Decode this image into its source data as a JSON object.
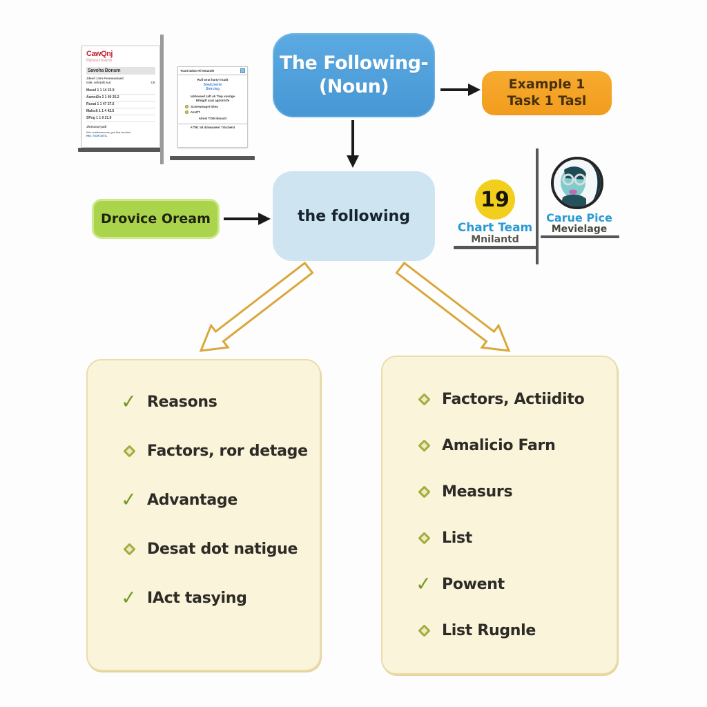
{
  "palette": {
    "blue": "#4e9fda",
    "light_blue": "#cfe4f1",
    "orange": "#f5a426",
    "green": "#a9d44b",
    "cream_panel": "#faf4da",
    "yellow_badge": "#f2cf1d",
    "link_blue": "#2a9ad2",
    "check_green": "#76982a",
    "diamond_olive": "#a3ab3d",
    "arrow_gold": "#d9a73a"
  },
  "cards": {
    "left": {
      "logo": "CawQnj",
      "subtitle": "Mytascmsenb",
      "header": "Savoha Bonum",
      "note1": "Jilenrl Lten Fevmeastaed",
      "note2": "Gile. Arlstuft Aut",
      "note_right": "Ctr",
      "rows": [
        "Masul   1  1  14  22.9",
        "Aamst2n  2  1  40  25.2",
        "Ruoat   1  1  47  27.6",
        "Malezlt  1  1  4   42.5",
        "SPog    1  1  9   21.9"
      ],
      "footer1": "Jhtmzouryadl",
      "footer2": "Win mutfewamrcen gca hka tecchhd",
      "footer3": "Rfd. TICIN DITA."
    },
    "right": {
      "title": "Trant lados Hi lemande",
      "line1": "Rull wrat harty lrsadt",
      "link1": "Soaicowrte",
      "link2": "Sinrcteg",
      "para1": "Ialrtevaed zaft ah Tlep vumtge",
      "para2": "Rthigdf cnat agrlctrirfe",
      "bullet1": "Scteewwagei ldteu",
      "bullet2": "AzstfT",
      "line2": "Almst TOB ibmaxtt",
      "footer": "A'Tlkt 'alt dchwaatem' Tdccbetst"
    }
  },
  "nodes": {
    "main": {
      "line1": "The Following-",
      "line2": "(Noun)"
    },
    "example": {
      "line1": "Example 1",
      "line2": "Task 1 Tasl"
    },
    "device": {
      "label": "Drovice Oream"
    },
    "center": {
      "label": "the following"
    }
  },
  "stats": {
    "badge_value": "19",
    "badge_title": "Chart Team",
    "badge_subtitle": "Mnilantd",
    "person_title": "Carue Pice",
    "person_subtitle": "Mevielage"
  },
  "panels": {
    "left": {
      "items": [
        {
          "icon": "check",
          "label": "Reasons"
        },
        {
          "icon": "diamond",
          "label": "Factors, ror detage"
        },
        {
          "icon": "check",
          "label": "Advantage"
        },
        {
          "icon": "diamond",
          "label": "Desat dot natigue"
        },
        {
          "icon": "check",
          "label": "IAct tasying"
        }
      ]
    },
    "right": {
      "items": [
        {
          "icon": "diamond",
          "label": "Factors, Actiidito"
        },
        {
          "icon": "diamond",
          "label": "Amalicio Farn"
        },
        {
          "icon": "diamond",
          "label": "Measurs"
        },
        {
          "icon": "diamond",
          "label": "List"
        },
        {
          "icon": "check",
          "label": "Powent"
        },
        {
          "icon": "diamond",
          "label": "List Rugnle"
        }
      ]
    }
  }
}
